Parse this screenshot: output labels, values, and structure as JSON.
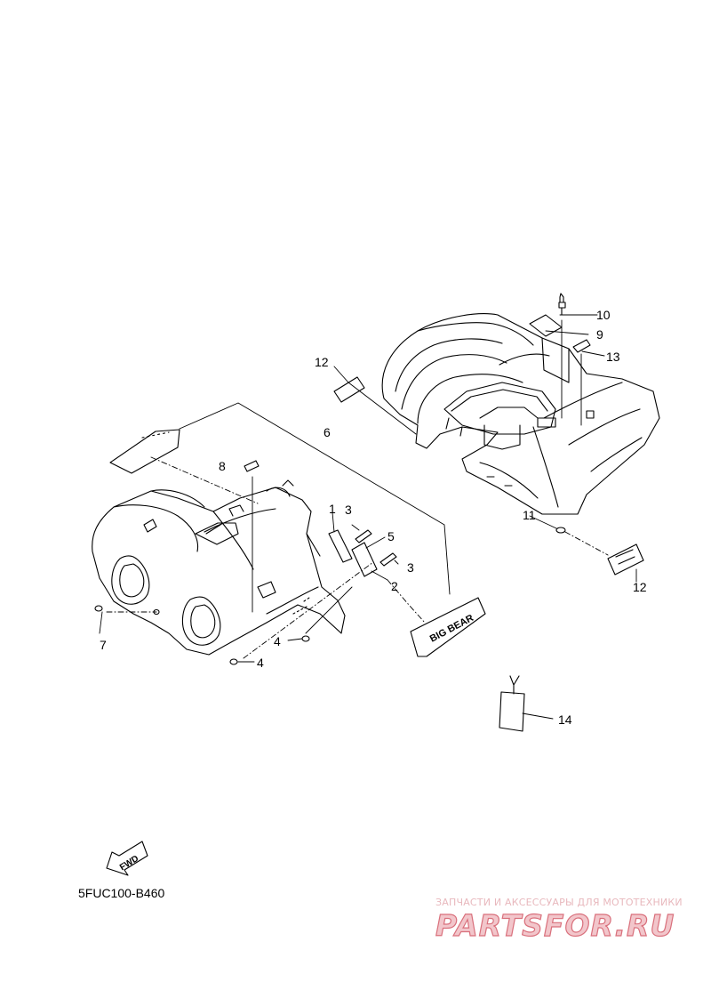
{
  "callouts": {
    "c1": "1",
    "c2": "2",
    "c3a": "3",
    "c3b": "3",
    "c4a": "4",
    "c4b": "4",
    "c5": "5",
    "c6": "6",
    "c7": "7",
    "c8": "8",
    "c9": "9",
    "c10": "10",
    "c11": "11",
    "c12a": "12",
    "c12b": "12",
    "c13": "13",
    "c14": "14"
  },
  "fwd_label": "FWD",
  "decal_text": "BIG BEAR",
  "diagram_code": "5FUC100-B460",
  "watermark": {
    "tagline": "ЗАПЧАСТИ И АКСЕССУАРЫ ДЛЯ МОТОТЕХНИКИ",
    "logo_text": "PARTSFOR.RU",
    "color": "#d9707c"
  }
}
